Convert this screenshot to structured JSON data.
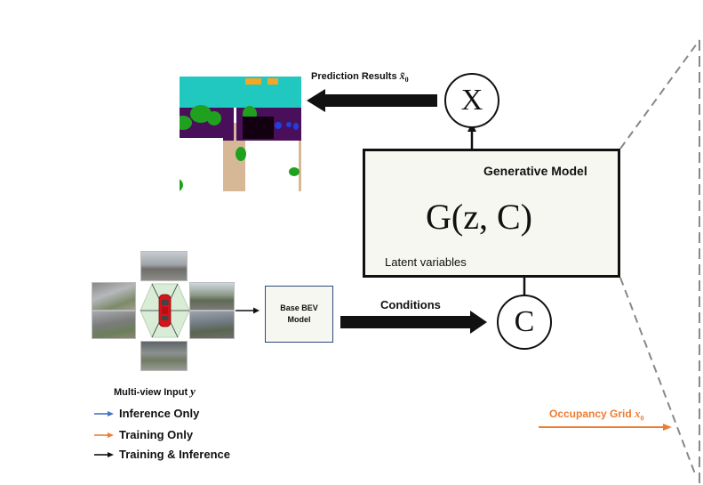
{
  "labels": {
    "prediction_results": "Prediction Results",
    "prediction_symbol": "x̃",
    "prediction_subscript": "0",
    "generative_model_title": "Generative Model",
    "generative_formula": "G(z, C)",
    "latent_variables": "Latent variables",
    "base_bev_line1": "Base BEV",
    "base_bev_line2": "Model",
    "conditions": "Conditions",
    "multiview_input": "Multi-view Input",
    "multiview_symbol": "y",
    "occupancy_grid": "Occupancy Grid",
    "occupancy_symbol": "x",
    "occupancy_subscript": "0"
  },
  "nodes": {
    "x_circle": "X",
    "c_circle": "C"
  },
  "legend": [
    {
      "label": "Inference Only",
      "color": "#4472c4"
    },
    {
      "label": "Training Only",
      "color": "#ed7d31"
    },
    {
      "label": "Training & Inference",
      "color": "#111111"
    }
  ],
  "colors": {
    "road": "#20c8c0",
    "sidewalk": "#4a0f5a",
    "vegetation": "#1fa11f",
    "terrain": "#d6b896",
    "marking": "#f5a623",
    "vehicle": "#1f3fe0",
    "occupancy_arrow": "#ed7d31",
    "box_fill": "#f5f7f0",
    "dashed_line": "#888888"
  }
}
